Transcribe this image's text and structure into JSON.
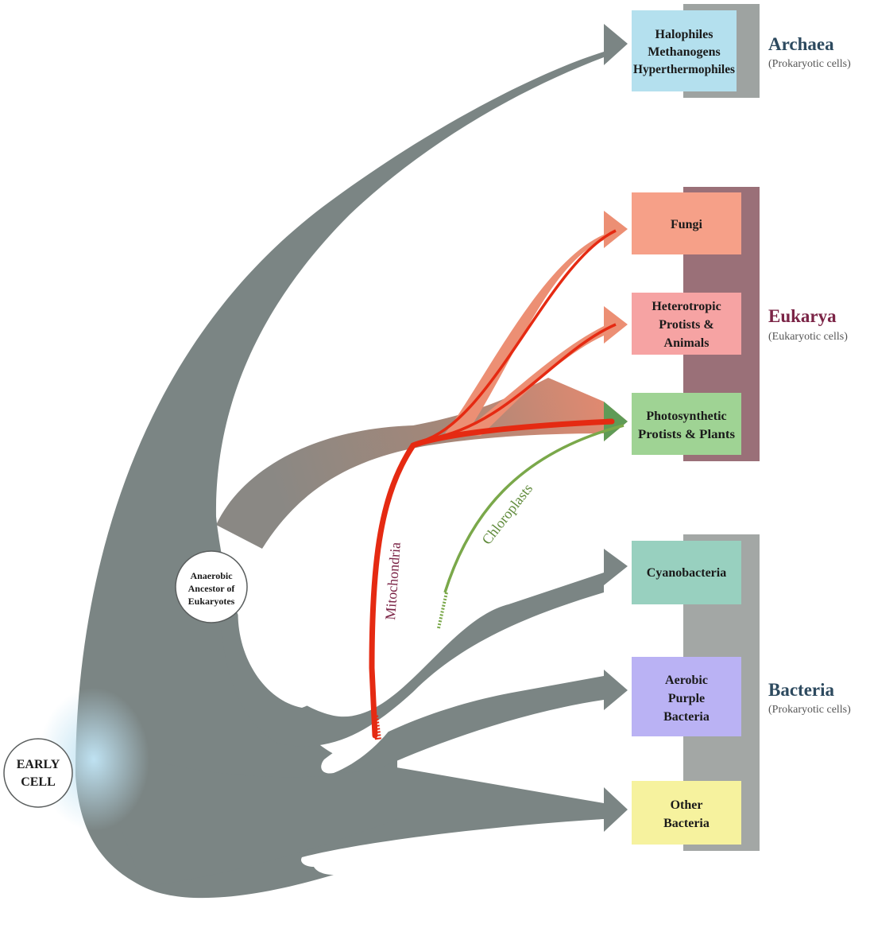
{
  "colors": {
    "trunk": "#7b8584",
    "bar_archaea": "#9ea3a1",
    "bar_eukarya": "#9a7078",
    "bar_bacteria": "#a3a7a5",
    "red_line": "#e52a12",
    "green_line": "#7aa84a",
    "archaea_title": "#2d4a5f",
    "eukarya_title": "#7b2446",
    "bacteria_title": "#2d4a5f"
  },
  "root": {
    "label_line1": "EARLY",
    "label_line2": "CELL"
  },
  "ancestor": {
    "line1": "Anaerobic",
    "line2": "Ancestor of",
    "line3": "Eukaryotes"
  },
  "organelles": {
    "mitochondria": "Mitochondria",
    "chloroplasts": "Chloroplasts"
  },
  "domains": {
    "archaea": {
      "title": "Archaea",
      "subtitle": "(Prokaryotic cells)"
    },
    "eukarya": {
      "title": "Eukarya",
      "subtitle": "(Eukaryotic cells)"
    },
    "bacteria": {
      "title": "Bacteria",
      "subtitle": "(Prokaryotic cells)"
    }
  },
  "groups": {
    "archaea": {
      "lines": [
        "Halophiles",
        "Methanogens",
        "Hyperthermophiles"
      ],
      "color": "#b4e0ee"
    },
    "fungi": {
      "lines": [
        "Fungi"
      ],
      "color": "#f6a088"
    },
    "heterotropic": {
      "lines": [
        "Heterotropic",
        "Protists &",
        "Animals"
      ],
      "color": "#f6a3a3"
    },
    "photosynthetic": {
      "lines": [
        "Photosynthetic",
        "Protists & Plants"
      ],
      "color": "#9fd394"
    },
    "cyanobacteria": {
      "lines": [
        "Cyanobacteria"
      ],
      "color": "#98d0bf"
    },
    "aerobic": {
      "lines": [
        "Aerobic",
        "Purple",
        "Bacteria"
      ],
      "color": "#bab2f4"
    },
    "other": {
      "lines": [
        "Other",
        "Bacteria"
      ],
      "color": "#f6f29e"
    }
  }
}
